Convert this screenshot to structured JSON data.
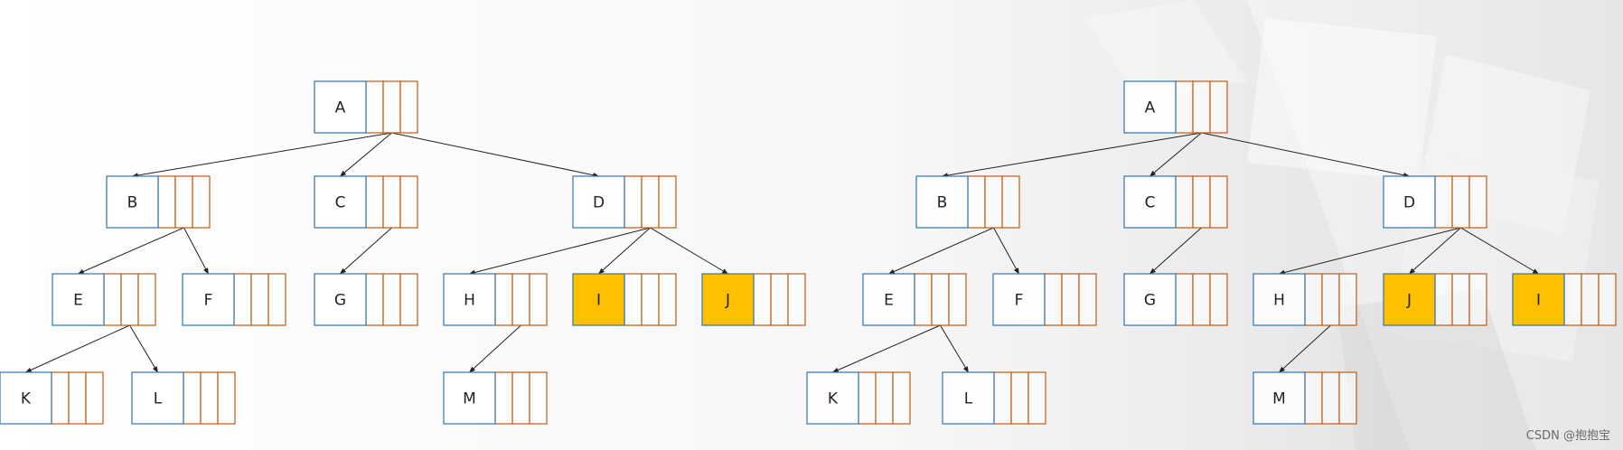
{
  "watermark": "CSDN @抱抱宝",
  "colors": {
    "data_border": "#2e75b6",
    "pointer_border": "#c55a11",
    "highlight_fill": "#ffc000",
    "edge": "#222222"
  },
  "trees": [
    {
      "id": "tree-left",
      "nodes": [
        {
          "id": "A",
          "label": "A",
          "highlight": false
        },
        {
          "id": "B",
          "label": "B",
          "highlight": false
        },
        {
          "id": "C",
          "label": "C",
          "highlight": false
        },
        {
          "id": "D",
          "label": "D",
          "highlight": false
        },
        {
          "id": "E",
          "label": "E",
          "highlight": false
        },
        {
          "id": "F",
          "label": "F",
          "highlight": false
        },
        {
          "id": "G",
          "label": "G",
          "highlight": false
        },
        {
          "id": "H",
          "label": "H",
          "highlight": false
        },
        {
          "id": "I",
          "label": "I",
          "highlight": true
        },
        {
          "id": "J",
          "label": "J",
          "highlight": true
        },
        {
          "id": "K",
          "label": "K",
          "highlight": false
        },
        {
          "id": "L",
          "label": "L",
          "highlight": false
        },
        {
          "id": "M",
          "label": "M",
          "highlight": false
        }
      ],
      "edges": [
        [
          "A",
          "B"
        ],
        [
          "A",
          "C"
        ],
        [
          "A",
          "D"
        ],
        [
          "B",
          "E"
        ],
        [
          "B",
          "F"
        ],
        [
          "C",
          "G"
        ],
        [
          "D",
          "H"
        ],
        [
          "D",
          "I"
        ],
        [
          "D",
          "J"
        ],
        [
          "E",
          "K"
        ],
        [
          "E",
          "L"
        ],
        [
          "H",
          "M"
        ]
      ]
    },
    {
      "id": "tree-right",
      "nodes": [
        {
          "id": "A",
          "label": "A",
          "highlight": false
        },
        {
          "id": "B",
          "label": "B",
          "highlight": false
        },
        {
          "id": "C",
          "label": "C",
          "highlight": false
        },
        {
          "id": "D",
          "label": "D",
          "highlight": false
        },
        {
          "id": "E",
          "label": "E",
          "highlight": false
        },
        {
          "id": "F",
          "label": "F",
          "highlight": false
        },
        {
          "id": "G",
          "label": "G",
          "highlight": false
        },
        {
          "id": "H",
          "label": "H",
          "highlight": false
        },
        {
          "id": "J",
          "label": "J",
          "highlight": true
        },
        {
          "id": "I",
          "label": "I",
          "highlight": true
        },
        {
          "id": "K",
          "label": "K",
          "highlight": false
        },
        {
          "id": "L",
          "label": "L",
          "highlight": false
        },
        {
          "id": "M",
          "label": "M",
          "highlight": false
        }
      ],
      "edges": [
        [
          "A",
          "B"
        ],
        [
          "A",
          "C"
        ],
        [
          "A",
          "D"
        ],
        [
          "B",
          "E"
        ],
        [
          "B",
          "F"
        ],
        [
          "C",
          "G"
        ],
        [
          "D",
          "H"
        ],
        [
          "D",
          "J"
        ],
        [
          "D",
          "I"
        ],
        [
          "E",
          "K"
        ],
        [
          "E",
          "L"
        ],
        [
          "H",
          "M"
        ]
      ]
    }
  ]
}
